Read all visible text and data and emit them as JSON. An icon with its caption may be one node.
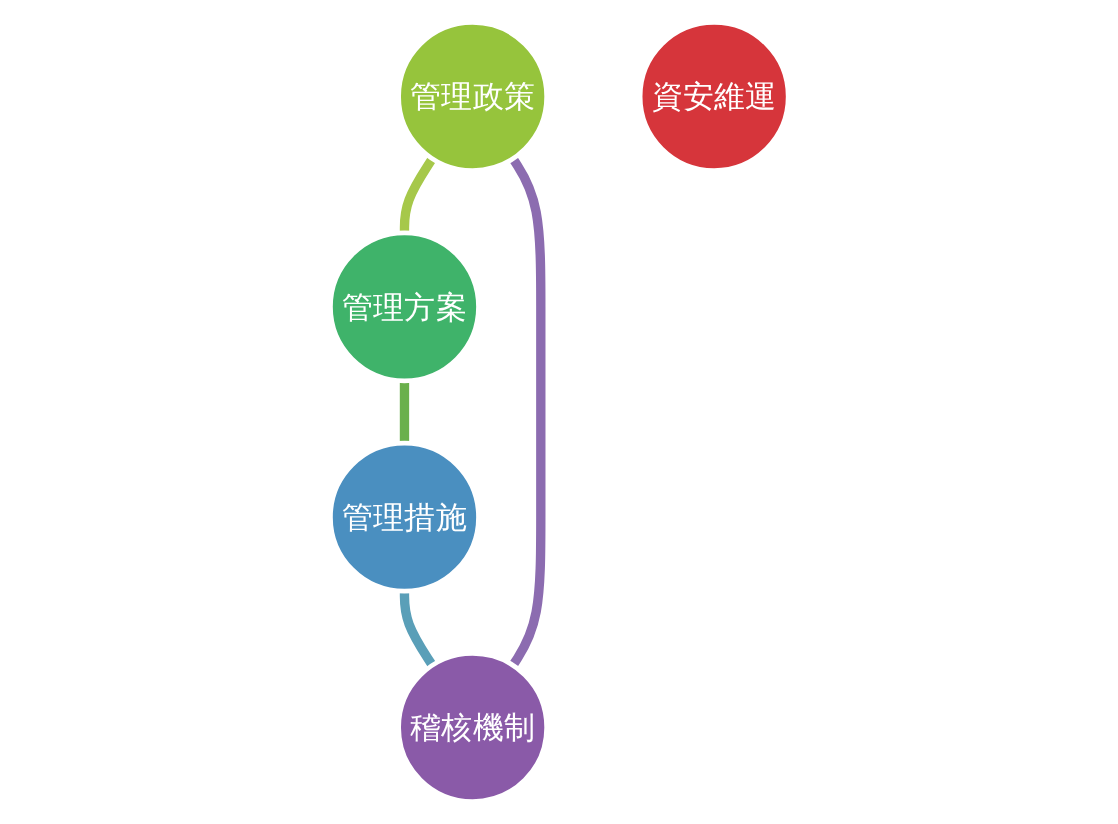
{
  "diagram": {
    "nodes": [
      {
        "text": [
          "管理政策"
        ]
      },
      {
        "text": [
          "稽核機制"
        ]
      },
      {
        "text": [
          "資安維運"
        ]
      },
      {
        "text": [
          "管理方案"
        ]
      },
      {
        "text": [
          "管理措施"
        ]
      }
    ],
    "edges": [
      {
        "from": 0,
        "to": 3,
        "arrow": "none",
        "color": "#a6c84a"
      },
      {
        "from": 3,
        "to": 4,
        "arrow": "none",
        "color": "#6ab04c"
      },
      {
        "from": 4,
        "to": 1,
        "arrow": "none",
        "color": "#5a9fb8"
      },
      {
        "from": 1,
        "to": 0,
        "arrow": "none",
        "color": "#8c6cb0"
      }
    ]
  }
}
